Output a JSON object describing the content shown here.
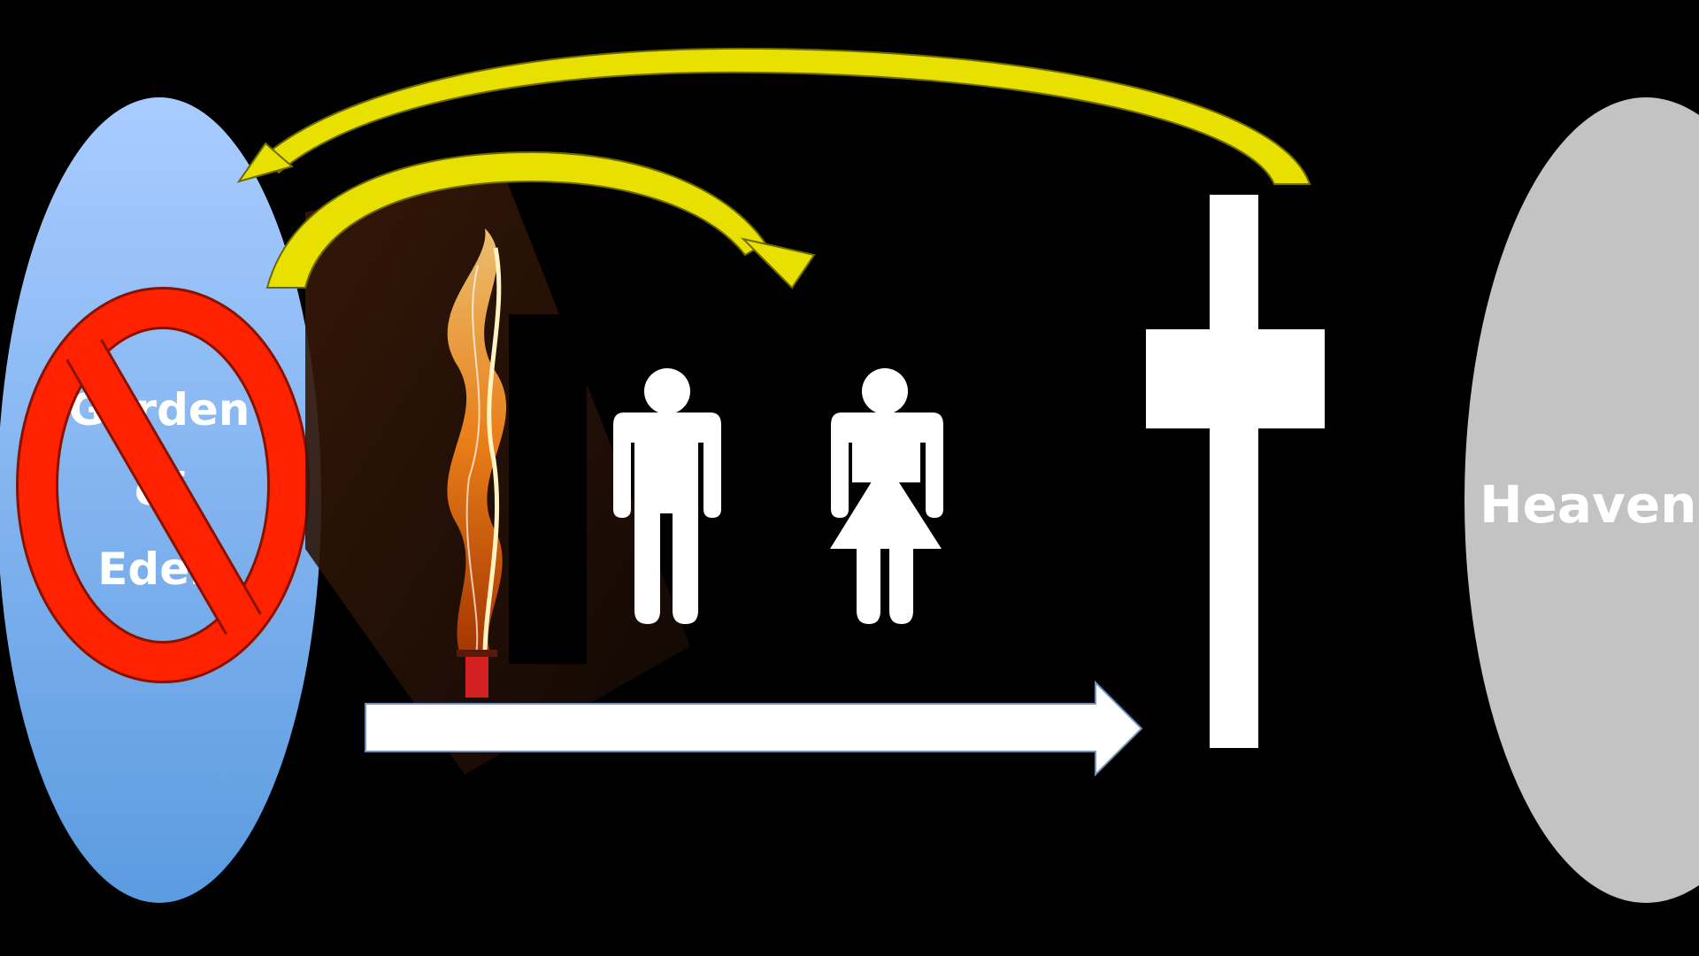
{
  "garden_label_lines": [
    "Garden",
    "of",
    "Eden"
  ],
  "heaven_label": "Heaven",
  "colors": {
    "background": "#000000",
    "garden_top": "#a9ccff",
    "garden_bottom": "#5b9be0",
    "heaven": "#c3c3c3",
    "prohibition": "#ff2200",
    "prohibition_outline": "#8a1100",
    "arc_arrow": "#e8e000",
    "arc_arrow_outline": "#6e6a00",
    "figures": "#ffffff",
    "cross": "#ffffff",
    "timeline_arrow": "#ffffff",
    "flame": "#ff8a1a",
    "hilt": "#d42020"
  },
  "icons": {
    "prohibition": "no-entry-icon",
    "sword": "flaming-sword-icon",
    "man": "man-icon",
    "woman": "woman-icon",
    "cross": "cross-icon"
  }
}
